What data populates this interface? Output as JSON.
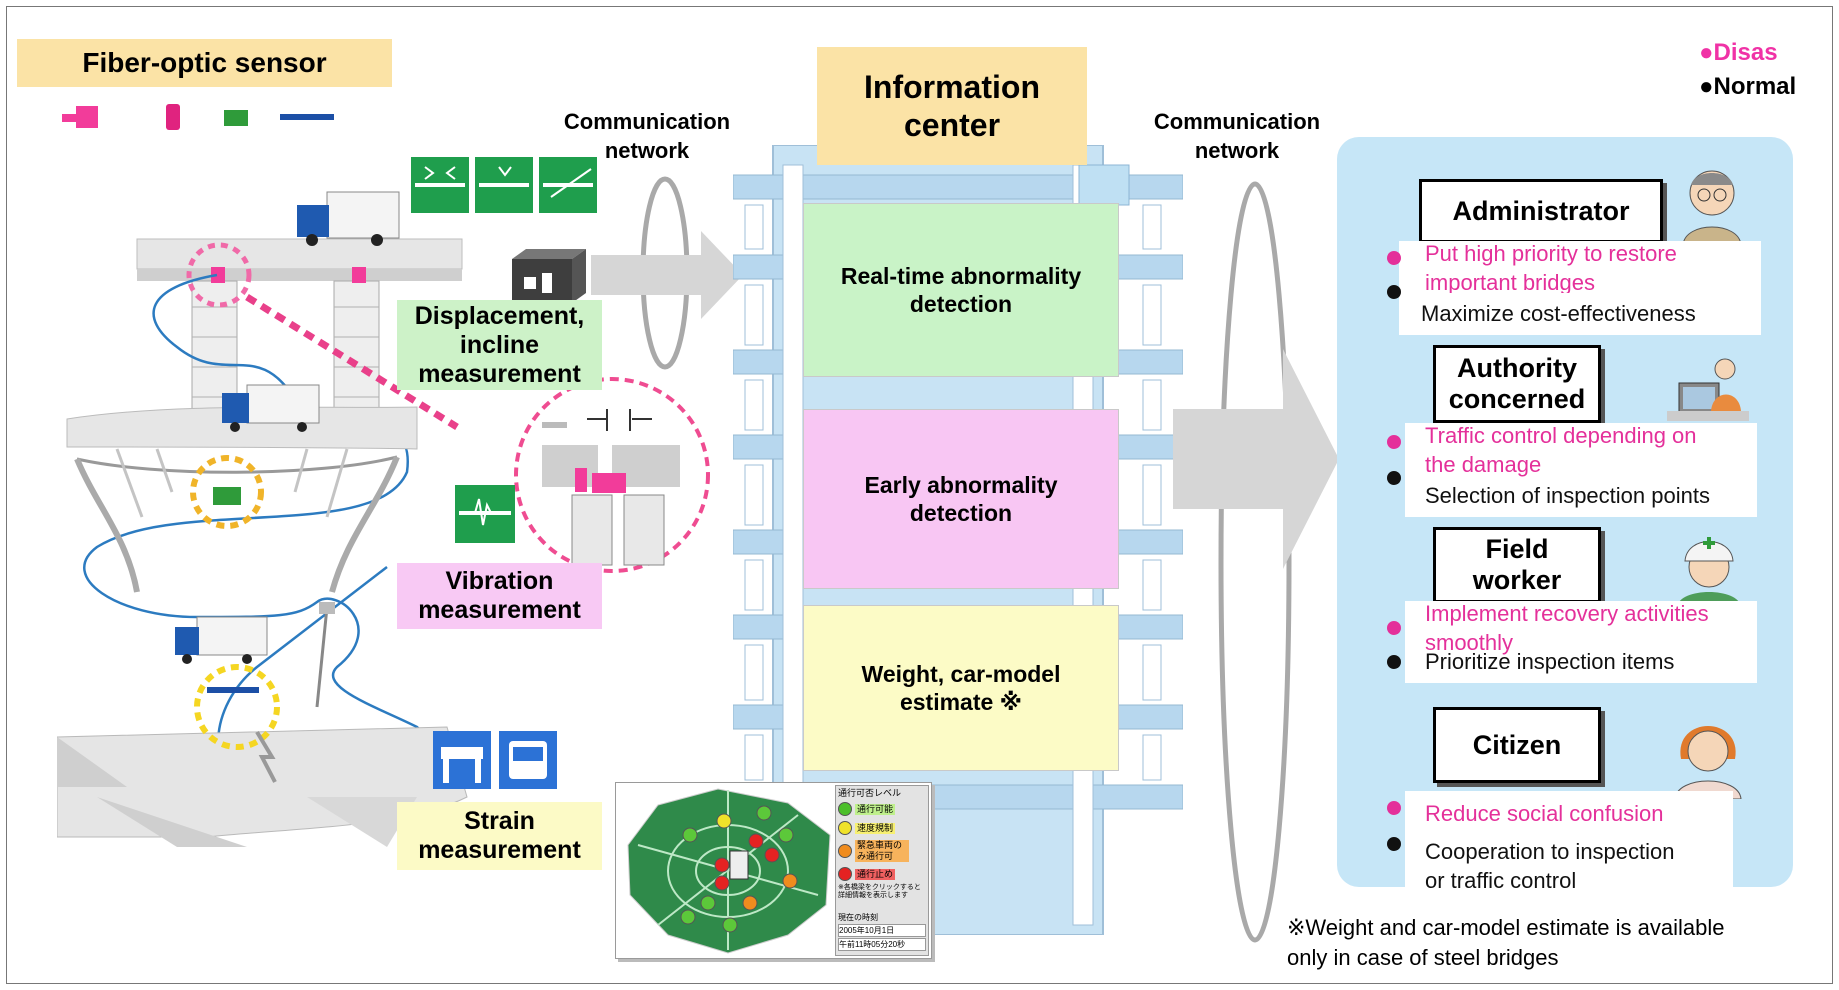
{
  "legend": {
    "disaster_label": "●Disas",
    "normal_label": "●Normal",
    "disaster_color": "#f032a6",
    "normal_color": "#000000"
  },
  "sensor": {
    "title": "Fiber-optic sensor",
    "measurements": [
      {
        "label": "Displacement,\nincline\nmeasurement"
      },
      {
        "label": "Vibration\nmeasurement"
      },
      {
        "label": "Strain\nmeasurement"
      }
    ]
  },
  "network": {
    "left_label": "Communication\nnetwork",
    "right_label": "Communication\nnetwork"
  },
  "center": {
    "title": "Information\ncenter",
    "functions": [
      {
        "label": "Real-time abnormality\ndetection",
        "color": "#c9f3c7"
      },
      {
        "label": "Early abnormality\ndetection",
        "color": "#f8c6f3"
      },
      {
        "label": "Weight, car-model\nestimate ※",
        "color": "#fcfbc6"
      }
    ]
  },
  "map_panel": {
    "legend_title": "通行可否レベル",
    "levels": [
      {
        "label": "通行可能",
        "color": "#4cbf2a"
      },
      {
        "label": "速度規制",
        "color": "#f0e22a"
      },
      {
        "label": "緊急車両のみ通行可",
        "color": "#f08c1e"
      },
      {
        "label": "通行止め",
        "color": "#e52222"
      }
    ],
    "note": "※各橋梁をクリックすると詳細情報を表示します",
    "time_title": "現在の時刻",
    "date": "2005年10月1日",
    "time": "午前11時05分20秒"
  },
  "roles": [
    {
      "name": "Administrator",
      "disaster": "Put high priority to restore\nimportant bridges",
      "normal": "Maximize cost-effectiveness"
    },
    {
      "name": "Authority\nconcerned",
      "disaster": "Traffic control  depending on\nthe damage",
      "normal": "Selection of inspection points"
    },
    {
      "name": "Field\nworker",
      "disaster": "Implement recovery activities\nsmoothly",
      "normal": "Prioritize inspection items"
    },
    {
      "name": "Citizen",
      "disaster": "Reduce social confusion",
      "normal": "Cooperation to inspection\nor traffic control"
    }
  ],
  "footnote": "※Weight and car-model estimate is available\nonly in case of steel bridges"
}
